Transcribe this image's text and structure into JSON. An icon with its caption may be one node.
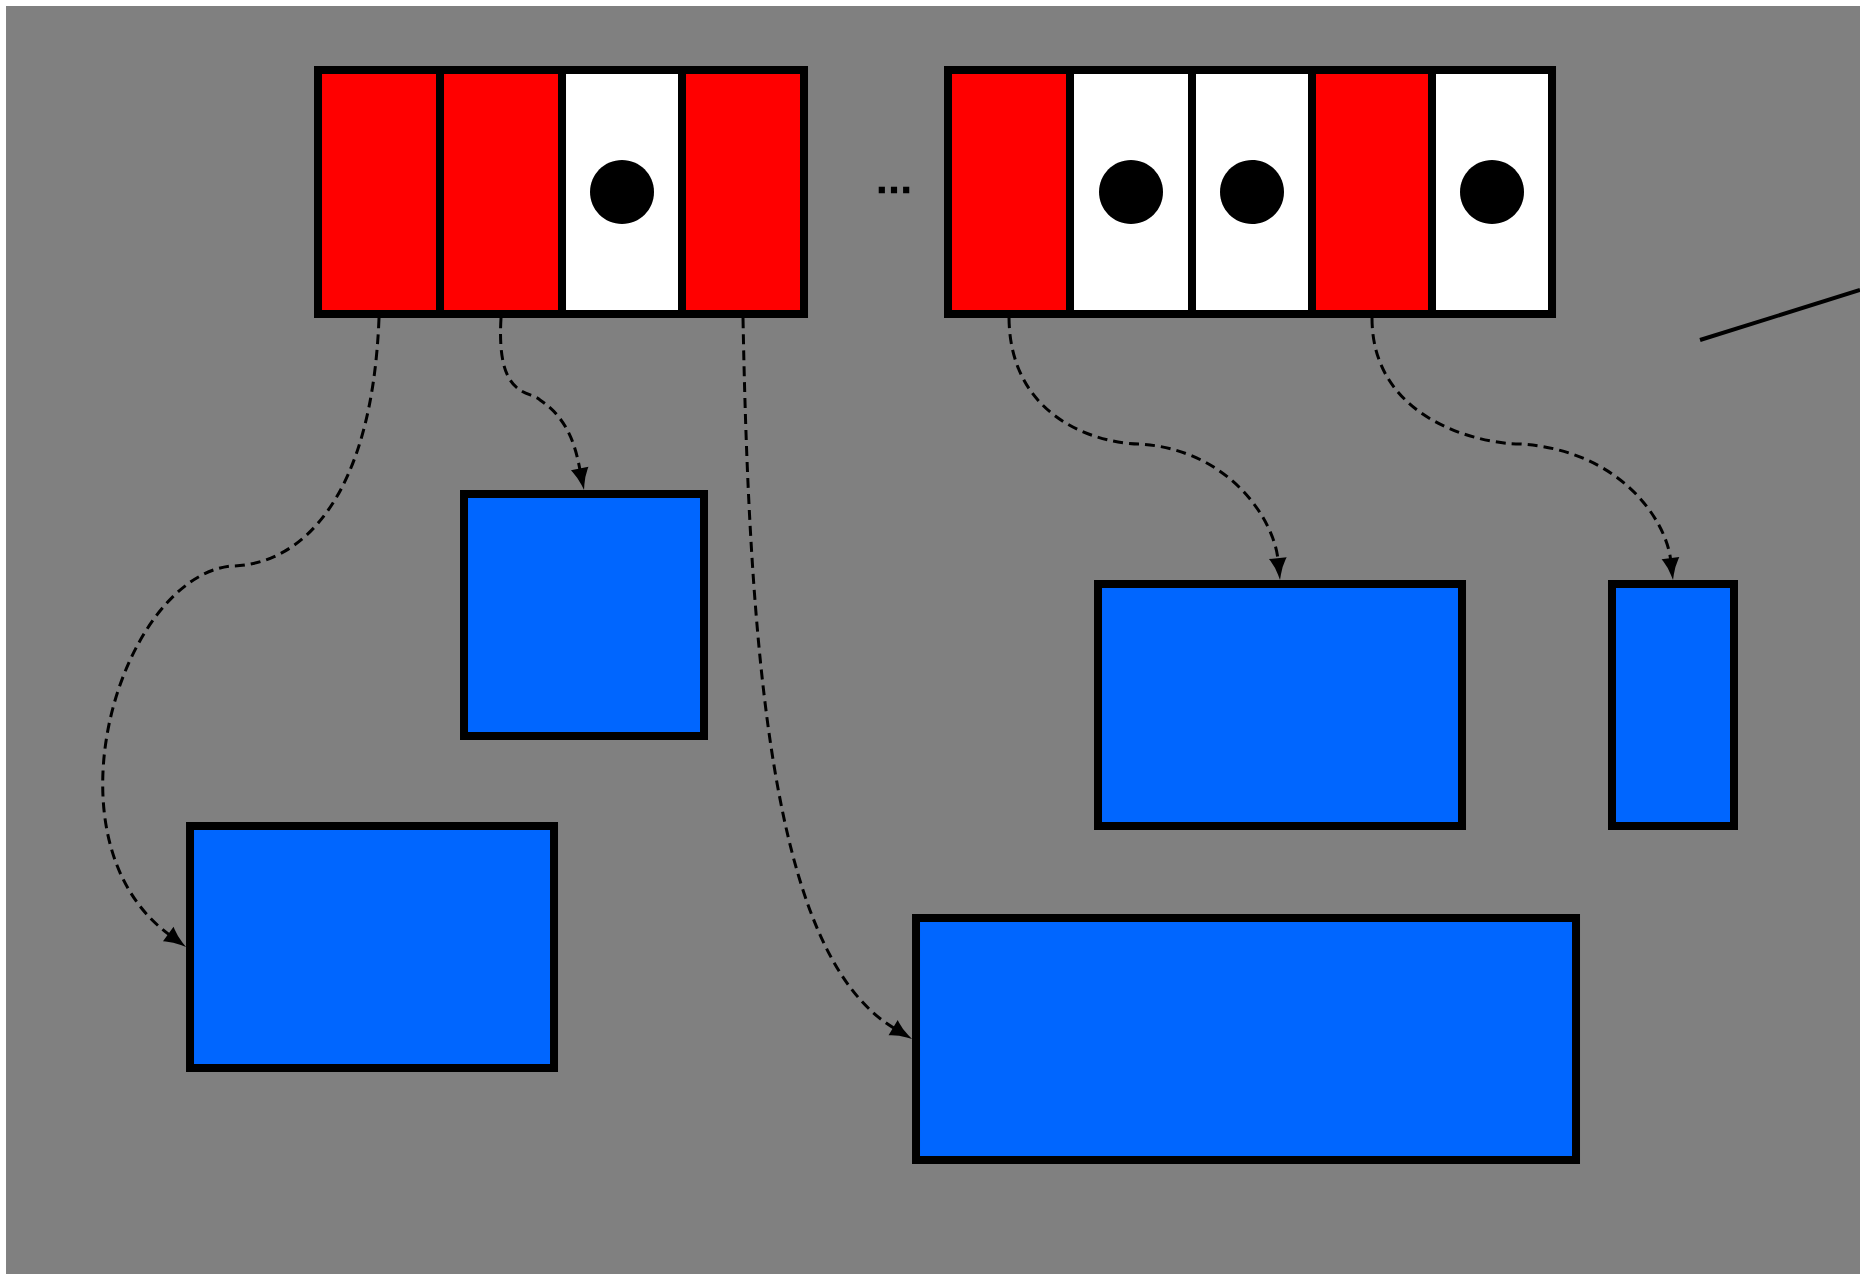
{
  "diagram": {
    "nodes": [
      {
        "text": [],
        "shape": "box"
      },
      {
        "text": [],
        "shape": "box",
        "in": 0
      },
      {
        "text": [],
        "shape": "box",
        "in": 0
      },
      {
        "text": [],
        "shape": "box",
        "in": 0
      },
      {
        "text": [],
        "shape": "circle",
        "in": 3
      },
      {
        "text": [],
        "shape": "box",
        "in": 0
      },
      {
        "text": [],
        "shape": "box"
      },
      {
        "text": [],
        "shape": "box",
        "in": 6
      },
      {
        "text": [],
        "shape": "box",
        "in": 6
      },
      {
        "text": [],
        "shape": "circle",
        "in": 8
      },
      {
        "text": [],
        "shape": "box",
        "in": 6
      },
      {
        "text": [],
        "shape": "circle",
        "in": 10
      },
      {
        "text": [],
        "shape": "box",
        "in": 6
      },
      {
        "text": [],
        "shape": "box",
        "in": 6
      },
      {
        "text": [],
        "shape": "circle",
        "in": 13
      },
      {
        "text": [],
        "shape": "box"
      },
      {
        "text": [],
        "shape": "box"
      },
      {
        "text": [],
        "shape": "box"
      },
      {
        "text": [],
        "shape": "box"
      },
      {
        "text": [],
        "shape": "box"
      }
    ],
    "edges": [
      {
        "from": 1,
        "to": 18,
        "arrow": "to",
        "style": "dashed"
      },
      {
        "from": 2,
        "to": 15,
        "arrow": "to",
        "style": "dashed"
      },
      {
        "from": 5,
        "to": 19,
        "arrow": "to",
        "style": "dashed"
      },
      {
        "from": 7,
        "to": 16,
        "arrow": "to",
        "style": "dashed"
      },
      {
        "from": 12,
        "to": 17,
        "arrow": "to",
        "style": "dashed"
      }
    ],
    "labels": [
      "..."
    ]
  }
}
